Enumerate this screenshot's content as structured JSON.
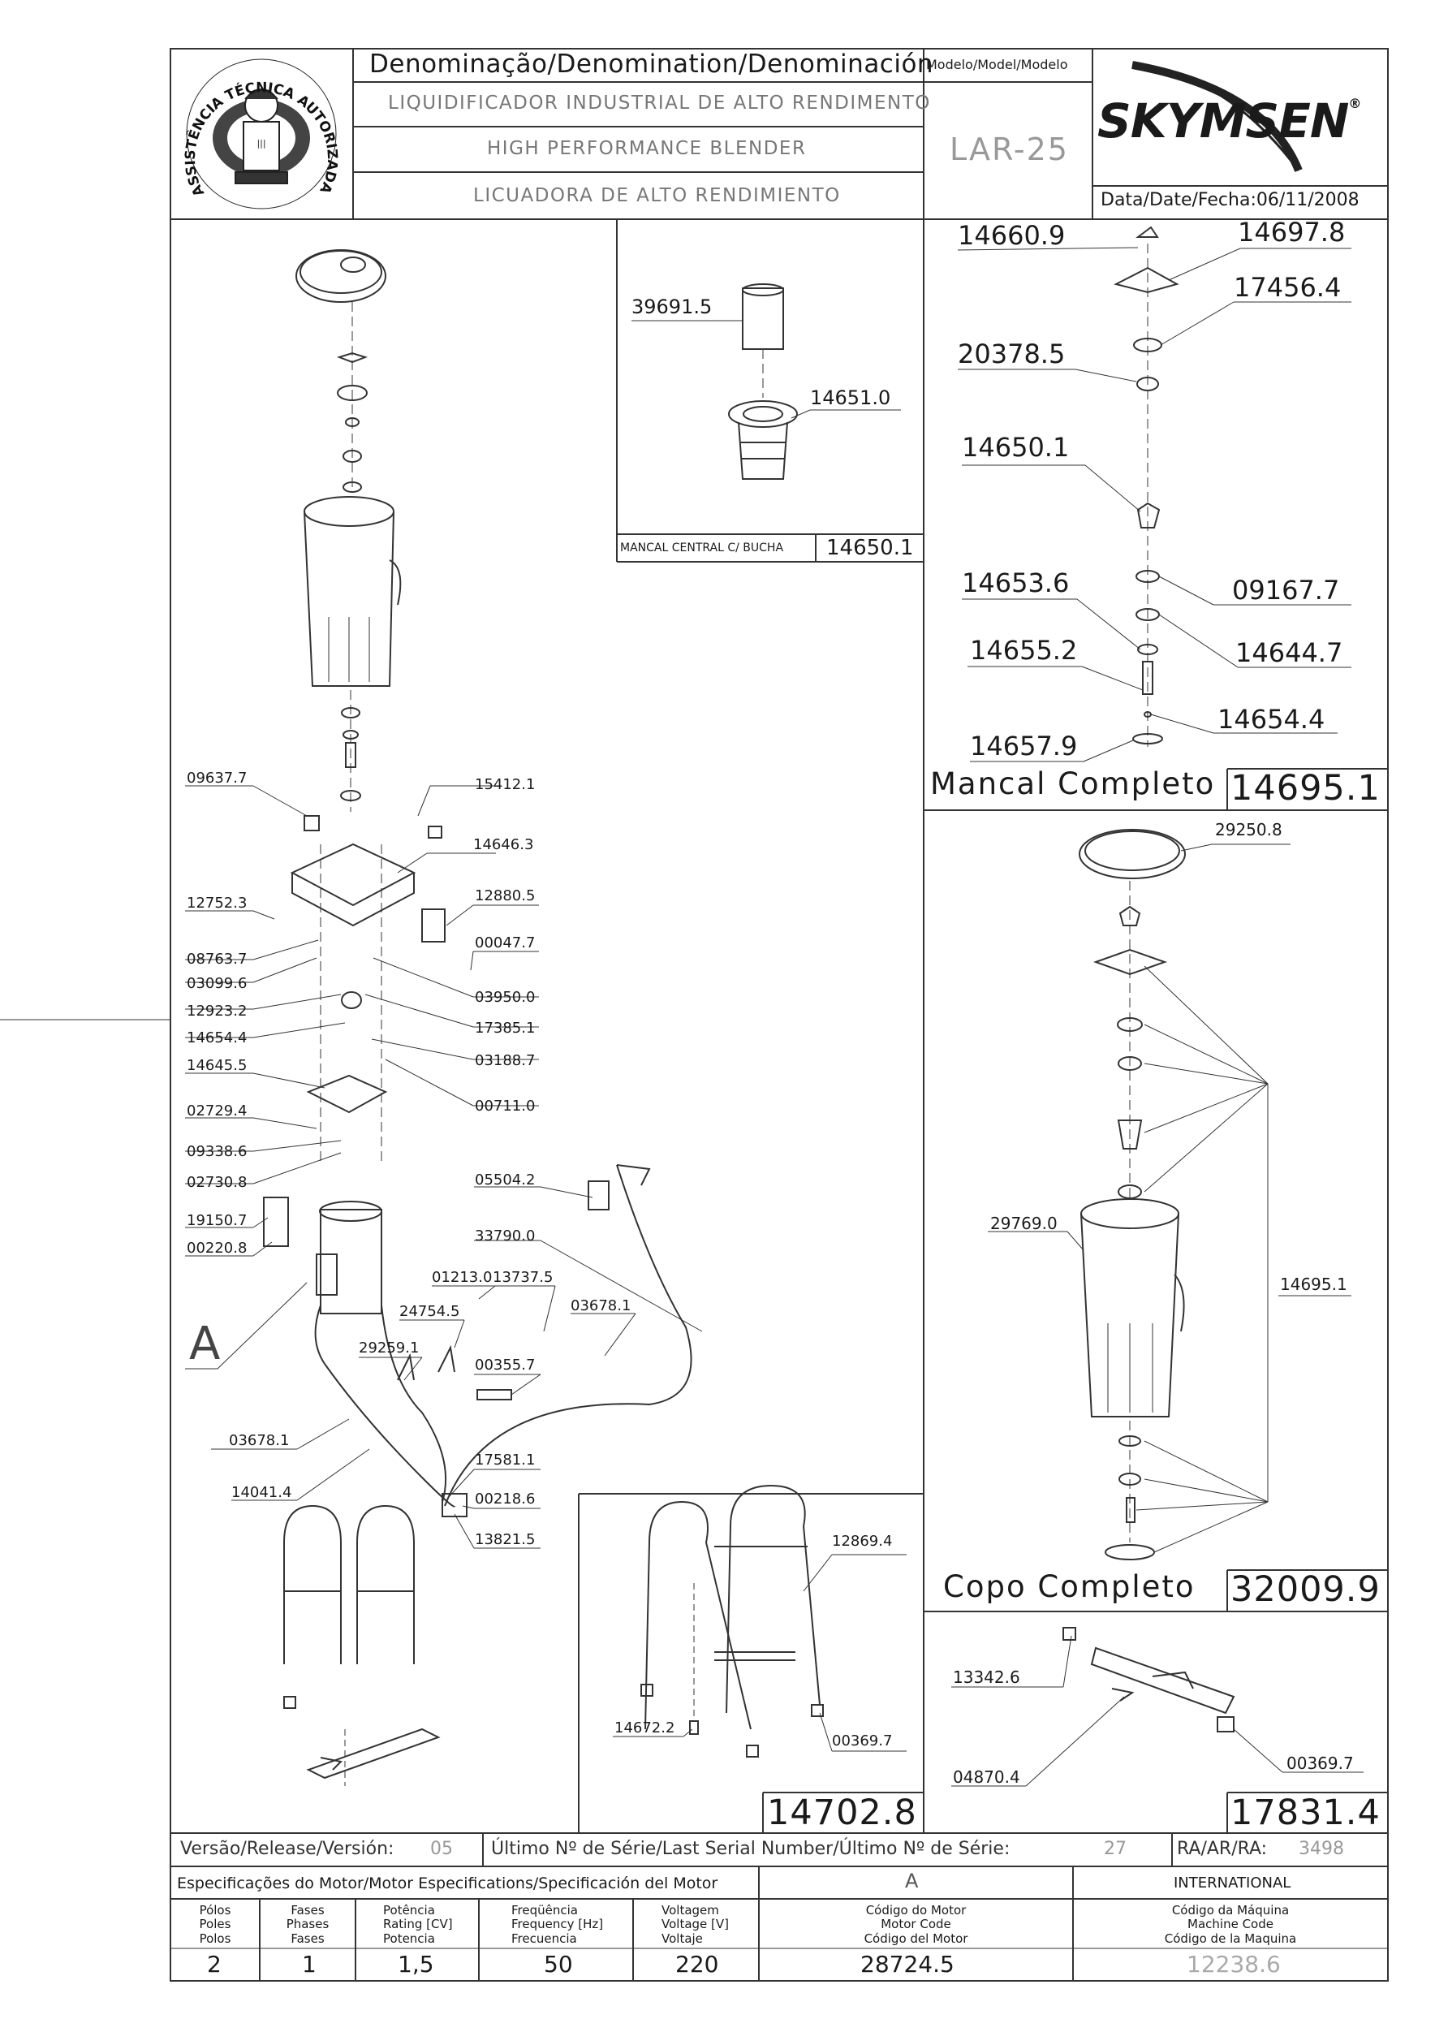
{
  "header": {
    "denomination_label": "Denominação/Denomination/Denominación",
    "name_pt": "LIQUIDIFICADOR INDUSTRIAL DE ALTO RENDIMENTO",
    "name_en": "HIGH PERFORMANCE BLENDER",
    "name_es": "LICUADORA DE ALTO RENDIMIENTO",
    "model_label": "Modelo/Model/Modelo",
    "model": "LAR-25",
    "brand": "SKYMSEN",
    "brand_mark": "®",
    "date_label": "Data/Date/Fecha:",
    "date": "06/11/2008",
    "seal_text": "ASSISTÊNCIA TÉCNICA AUTORIZADA"
  },
  "parts_main": [
    "09637.7",
    "15412.1",
    "14646.3",
    "12752.3",
    "12880.5",
    "00047.7",
    "08763.7",
    "03099.6",
    "03950.0",
    "12923.2",
    "17385.1",
    "14654.4",
    "03188.7",
    "14645.5",
    "00711.0",
    "02729.4",
    "09338.6",
    "02730.8",
    "05504.2",
    "19150.7",
    "00220.8",
    "33790.0",
    "01213.0",
    "13737.5",
    "03678.1",
    "24754.5",
    "29259.1",
    "00355.7",
    "03678.1",
    "14041.4",
    "17581.1",
    "00218.6",
    "13821.5"
  ],
  "callout_a": "A",
  "bushing": {
    "parts": [
      "39691.5",
      "14651.0"
    ],
    "title": "MANCAL CENTRAL C/ BUCHA",
    "code": "14650.1"
  },
  "bearing": {
    "parts": [
      "14660.9",
      "14697.8",
      "17456.4",
      "20378.5",
      "14650.1",
      "14653.6",
      "09167.7",
      "14655.2",
      "14644.7",
      "14654.4",
      "14657.9"
    ],
    "title": "Mancal Completo",
    "code": "14695.1"
  },
  "cup": {
    "parts": [
      "29250.8",
      "29769.0",
      "14695.1"
    ],
    "title": "Copo Completo",
    "code": "32009.9"
  },
  "stand": {
    "parts": [
      "12869.4",
      "14672.2",
      "00369.7"
    ],
    "code": "14702.8"
  },
  "rail": {
    "parts": [
      "13342.6",
      "04870.4",
      "00369.7"
    ],
    "code": "17831.4"
  },
  "footer": {
    "version_label": "Versão/Release/Versión:",
    "version": "05",
    "serial_label": "Último Nº de Série/Last Serial Number/Último Nº de Série:",
    "serial": "27",
    "ra_label": "RA/AR/RA:",
    "ra": "3498",
    "motor_spec_label": "Especificações do Motor/Motor Especifications/Specificación del Motor",
    "motor_letter": "A",
    "international": "INTERNATIONAL",
    "columns": [
      {
        "header": "Pólos\nPoles\nPolos",
        "value": "2"
      },
      {
        "header": "Fases\nPhases\nFases",
        "value": "1"
      },
      {
        "header": "Potência\nRating [CV]\nPotencia",
        "value": "1,5"
      },
      {
        "header": "Freqüência\nFrequency [Hz]\nFrecuencia",
        "value": "50"
      },
      {
        "header": "Voltagem\nVoltage [V]\nVoltaje",
        "value": "220"
      },
      {
        "header": "Código do Motor\nMotor Code\nCódigo del Motor",
        "value": "28724.5"
      },
      {
        "header": "Código da Máquina\nMachine Code\nCódigo de la Maquina",
        "value": "12238.6"
      }
    ]
  },
  "icons": [
    "authorized-seal-logo",
    "brand-swoosh-logo"
  ]
}
